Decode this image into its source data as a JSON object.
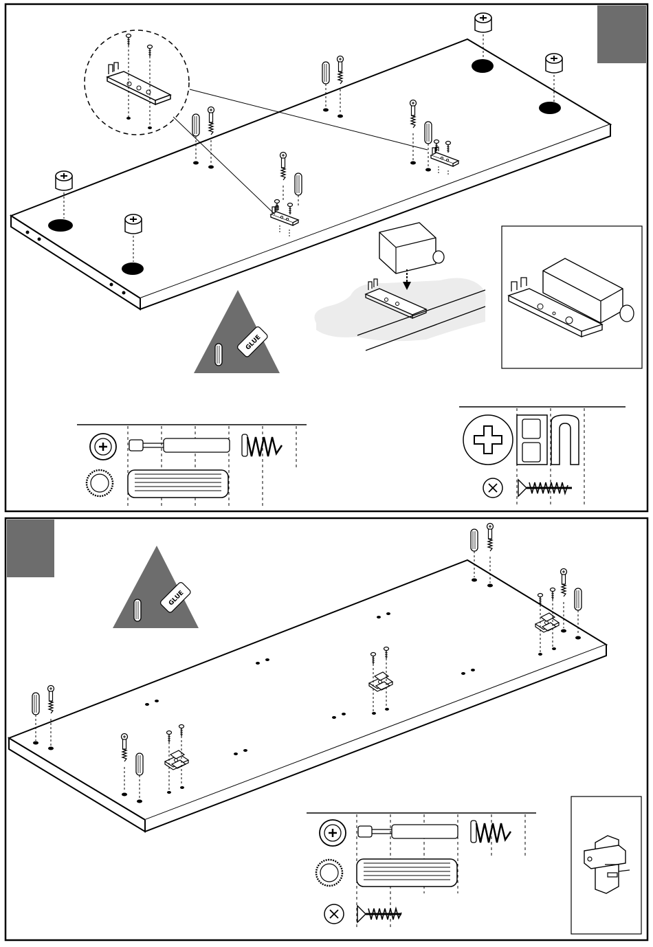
{
  "steps": [
    {
      "glue_label": "GLUE",
      "parts_legend": [
        "cam-bolt",
        "wooden-dowel"
      ],
      "hardware_legend": [
        "cam-lock-housing",
        "push-latch-clip",
        "wood-screw"
      ]
    },
    {
      "glue_label": "GLUE",
      "parts_legend": [
        "cam-bolt",
        "wooden-dowel",
        "wood-screw"
      ],
      "hardware_legend": [
        "hinge-mounting-plate"
      ]
    }
  ],
  "colors": {
    "step_badge": "#6d6d6d",
    "glue_triangle": "#6d6d6d",
    "line": "#000000",
    "hole": "#000000",
    "background": "#ffffff"
  }
}
